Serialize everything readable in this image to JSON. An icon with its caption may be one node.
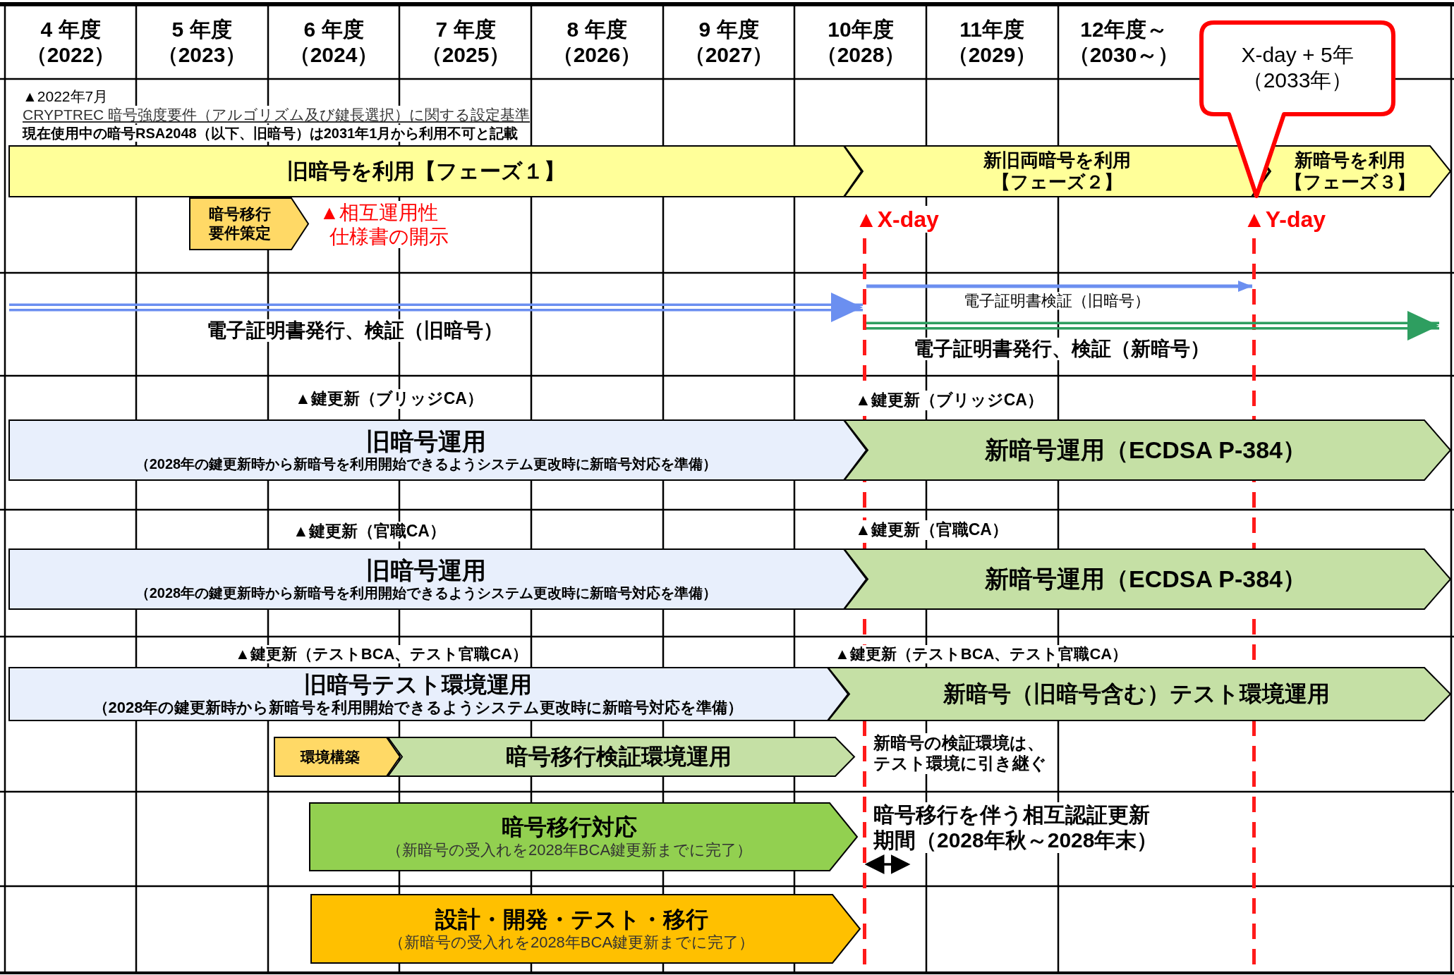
{
  "diagram": {
    "nodes": [
      {
        "text": [
          "X-day + 5年（2033年）"
        ]
      },
      {
        "text": [
          "旧暗号を利用【フェーズ１】"
        ]
      },
      {
        "text": [
          "新旧両暗号を利用【フェーズ２】"
        ]
      },
      {
        "text": [
          "新暗号を利用【フェーズ３】"
        ]
      },
      {
        "text": [
          "暗号移行要件策定"
        ]
      },
      {
        "text": [],
        "shape": "line"
      },
      {
        "text": [],
        "shape": "line"
      },
      {
        "text": [
          "旧暗号運用",
          "（2028年の鍵更新時から新暗号を利用開始できるようシステム更改時に新暗号対応を準備）"
        ]
      },
      {
        "text": [
          "新暗号運用（ECDSA P-384）"
        ]
      },
      {
        "text": [
          "旧暗号運用",
          "（2028年の鍵更新時から新暗号を利用開始できるようシステム更改時に新暗号対応を準備）"
        ]
      },
      {
        "text": [
          "新暗号運用（ECDSA P-384）"
        ]
      },
      {
        "text": [
          "旧暗号テスト環境運用",
          "（2028年の鍵更新時から新暗号を利用開始できるようシステム更改時に新暗号対応を準備）"
        ]
      },
      {
        "text": [
          "新暗号（旧暗号含む）テスト環境運用"
        ]
      },
      {
        "text": [
          "環境構築"
        ]
      },
      {
        "text": [
          "暗号移行検証環境運用"
        ]
      },
      {
        "text": [
          "暗号移行対応",
          "（新暗号の受入れを2028年BCA鍵更新までに完了）"
        ]
      },
      {
        "text": [
          "設計・開発・テスト・移行",
          "（新暗号の受入れを2028年BCA鍵更新までに完了）"
        ]
      }
    ],
    "edges": [
      {
        "from": null,
        "to": 5,
        "arrow": "to",
        "label": "電子証明書発行、検証（旧暗号）"
      },
      {
        "from": 5,
        "to": 6,
        "arrow": "to",
        "label": "電子証明書検証（旧暗号）"
      },
      {
        "from": 5,
        "to": null,
        "arrow": "to",
        "label": "電子証明書発行、検証（新暗号）",
        "color": "#2e9e60"
      }
    ],
    "labels": [
      "4 年度（2022）",
      "5 年度（2023）",
      "6 年度（2024）",
      "7 年度（2025）",
      "8 年度（2026）",
      "9 年度（2027）",
      "10年度（2028）",
      "11年度（2029）",
      "12年度～（2030～）",
      "▲2022年7月",
      "CRYPTREC 暗号強度要件（アルゴリズム及び鍵長選択）に関する設定基準",
      "現在使用中の暗号RSA2048（以下、旧暗号）は2031年1月から利用不可と記載",
      "▲相互運用性仕様書の開示",
      "▲X-day",
      "▲Y-day",
      "▲鍵更新（ブリッジCA）",
      "▲鍵更新（ブリッジCA）",
      "▲鍵更新（官職CA）",
      "▲鍵更新（官職CA）",
      "▲鍵更新（テストBCA、テスト官職CA）",
      "▲鍵更新（テストBCA、テスト官職CA）",
      "新暗号の検証環境は、テスト環境に引き継ぐ",
      "暗号移行を伴う相互認証更新期間（2028年秋～2028年末）"
    ]
  }
}
